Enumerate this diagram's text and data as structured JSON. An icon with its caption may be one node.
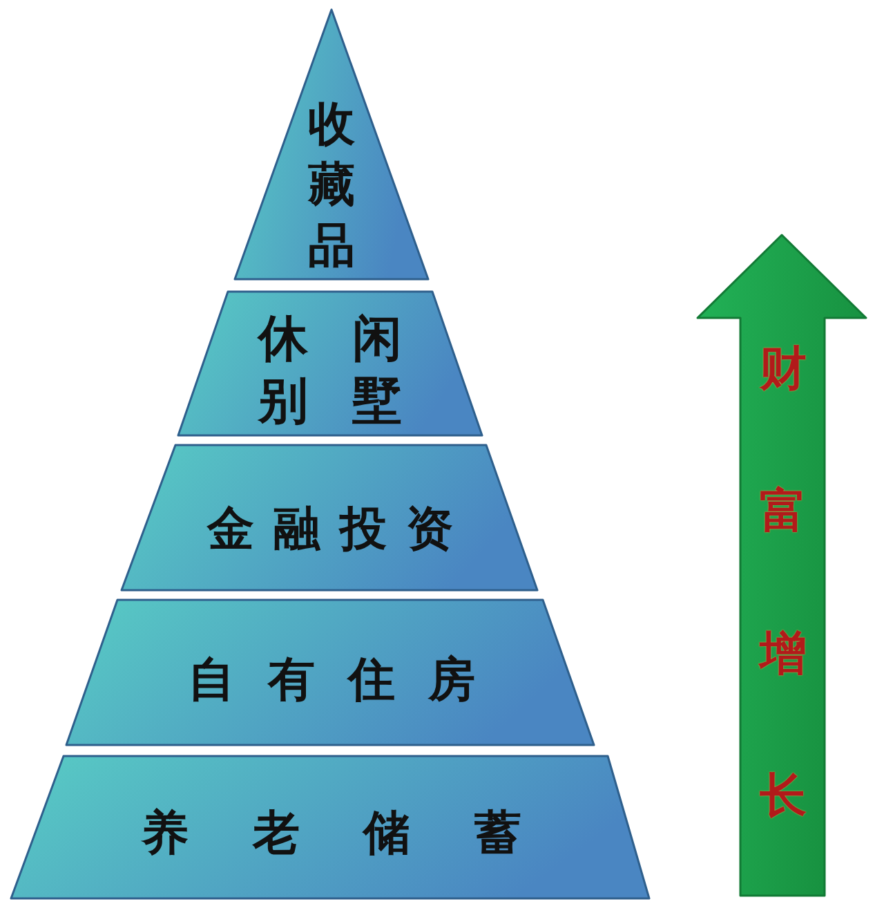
{
  "diagram": {
    "nodes": [
      {
        "text": [
          "收藏品"
        ]
      },
      {
        "text": [
          "休闲别墅"
        ]
      },
      {
        "text": [
          "金融投资"
        ]
      },
      {
        "text": [
          "自有住房"
        ]
      },
      {
        "text": [
          "养老储蓄"
        ]
      },
      {
        "text": [
          "财富增长"
        ]
      }
    ]
  }
}
